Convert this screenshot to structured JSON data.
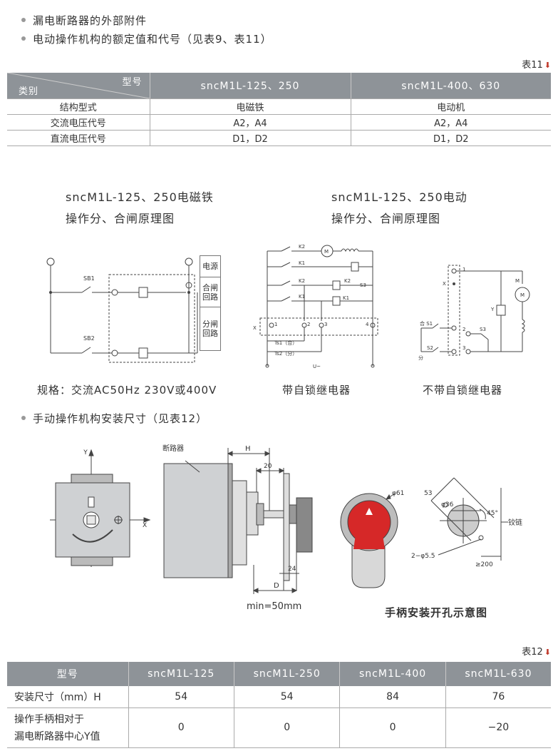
{
  "bullets": {
    "b1": "漏电断路器的外部附件",
    "b2": "电动操作机构的额定值和代号（见表9、表11）",
    "b3": "手动操作机构安装尺寸（见表12）"
  },
  "table11": {
    "label": "表11",
    "corner_top": "型号",
    "corner_bottom": "类别",
    "columns": [
      "sncM1L-125、250",
      "sncM1L-400、630"
    ],
    "rows": [
      {
        "name": "结构型式",
        "v1": "电磁铁",
        "v2": "电动机"
      },
      {
        "name": "交流电压代号",
        "v1": "A2，A4",
        "v2": "A2，A4"
      },
      {
        "name": "直流电压代号",
        "v1": "D1，D2",
        "v2": "D1，D2"
      }
    ]
  },
  "diagram": {
    "left_heading_1": "sncM1L-125、250电磁铁",
    "left_heading_2": "操作分、合闸原理图",
    "right_heading_1": "sncM1L-125、250电动",
    "right_heading_2": "操作分、合闸原理图",
    "box_power": "电源",
    "box_close": "合闸回路",
    "box_open": "分闸回路",
    "sb1": "SB1",
    "sb2": "SB2",
    "k1": "K1",
    "k2": "K2",
    "s3": "S3",
    "m": "M",
    "x": "X",
    "y": "Y",
    "ts1": "Ts1（合）",
    "ts2": "Ts2（分）",
    "u": "U~",
    "he_s1": "合 S1",
    "s2": "S2",
    "fen": "分",
    "n1": "1",
    "n2": "2",
    "n3": "3",
    "n4": "4",
    "spec_caption": "规格：交流AC50Hz 230V或400V",
    "caption_self_lock": "带自锁继电器",
    "caption_no_lock": "不带自锁继电器"
  },
  "mount": {
    "breaker_label": "断路器",
    "axis_y": "Y",
    "axis_x": "X",
    "dim_h": "H",
    "dim_20": "20",
    "dim_24": "24",
    "dim_d": "D",
    "min_label": "min=50mm",
    "phi61": "φ61",
    "dim_53": "53",
    "phi36": "φ36",
    "angle45": "45°",
    "hinge": "铰链",
    "holes": "2−φ5.5",
    "ge200": "≥200",
    "handle_caption": "手柄安装开孔示意图"
  },
  "table12": {
    "label": "表12",
    "header": [
      "型号",
      "sncM1L-125",
      "sncM1L-250",
      "sncM1L-400",
      "sncM1L-630"
    ],
    "row1": [
      "安装尺寸（mm）H",
      "54",
      "54",
      "84",
      "76"
    ],
    "row2_l1": "操作手柄相对于",
    "row2_l2": "漏电断路器中心Y值",
    "row2": [
      "0",
      "0",
      "0",
      "−20"
    ]
  },
  "colors": {
    "header_gray": "#8e9398",
    "accent_red": "#c0392b",
    "handle_red": "#d62828"
  }
}
